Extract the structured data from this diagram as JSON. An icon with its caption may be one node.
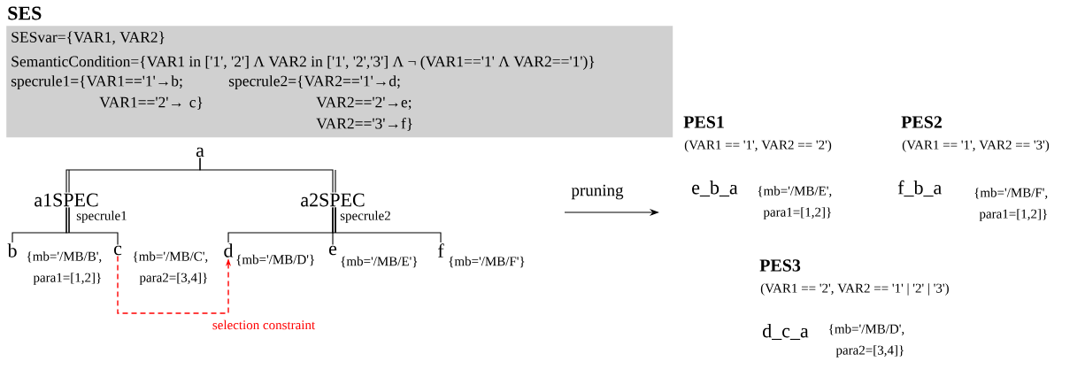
{
  "diagram": {
    "nodes": [
      {
        "text": [
          "SES",
          "SESvar={VAR1, VAR2}",
          "SemanticCondition={VAR1 in ['1', '2'] Λ VAR2 in ['1', '2','3'] Λ ¬ (VAR1=='1' Λ VAR2=='1')}",
          "specrule1={VAR1=='1'→b; VAR1=='2'→ c}",
          "specrule2={VAR2=='1'→d; VAR2=='2'→e; VAR2=='3'→f}"
        ]
      },
      {
        "text": [
          "a"
        ]
      },
      {
        "text": [
          "a1SPEC"
        ],
        "beside": [
          "specrule1"
        ]
      },
      {
        "text": [
          "a2SPEC"
        ],
        "beside": [
          "specrule2"
        ]
      },
      {
        "text": [
          "b"
        ],
        "beside": [
          "{mb='/MB/B', para1=[1,2]}"
        ]
      },
      {
        "text": [
          "c"
        ],
        "beside": [
          "{mb='/MB/C', para2=[3,4]}"
        ]
      },
      {
        "text": [
          "d"
        ],
        "beside": [
          "{mb='/MB/D'}"
        ]
      },
      {
        "text": [
          "e"
        ],
        "beside": [
          "{mb='/MB/E'}"
        ]
      },
      {
        "text": [
          "f"
        ],
        "beside": [
          "{mb='/MB/F'}"
        ]
      },
      {
        "text": [
          "PES1",
          "(VAR1 == '1', VAR2 == '2')",
          "e_b_a"
        ],
        "beside": [
          "{mb='/MB/E', para1=[1,2]}"
        ]
      },
      {
        "text": [
          "PES2",
          "(VAR1 == '1', VAR2 == '3')",
          "f_b_a"
        ],
        "beside": [
          "{mb='/MB/F', para1=[1,2]}"
        ]
      },
      {
        "text": [
          "PES3",
          "(VAR1 == '2', VAR2 == '1' | '2' | '3')",
          "d_c_a"
        ],
        "beside": [
          "{mb='/MB/D', para2=[3,4]}"
        ]
      }
    ],
    "edges": [
      {
        "from": 1,
        "to": 2,
        "arrow": "none"
      },
      {
        "from": 1,
        "to": 3,
        "arrow": "none"
      },
      {
        "from": 2,
        "to": 4,
        "arrow": "none"
      },
      {
        "from": 2,
        "to": 5,
        "arrow": "none"
      },
      {
        "from": 3,
        "to": 6,
        "arrow": "none"
      },
      {
        "from": 3,
        "to": 7,
        "arrow": "none"
      },
      {
        "from": 3,
        "to": 8,
        "arrow": "none"
      },
      {
        "from": 5,
        "to": 6,
        "arrow": "to",
        "label": "selection constraint",
        "style": "dashed",
        "color": "#ff0000"
      }
    ],
    "labels": [
      "pruning"
    ]
  }
}
